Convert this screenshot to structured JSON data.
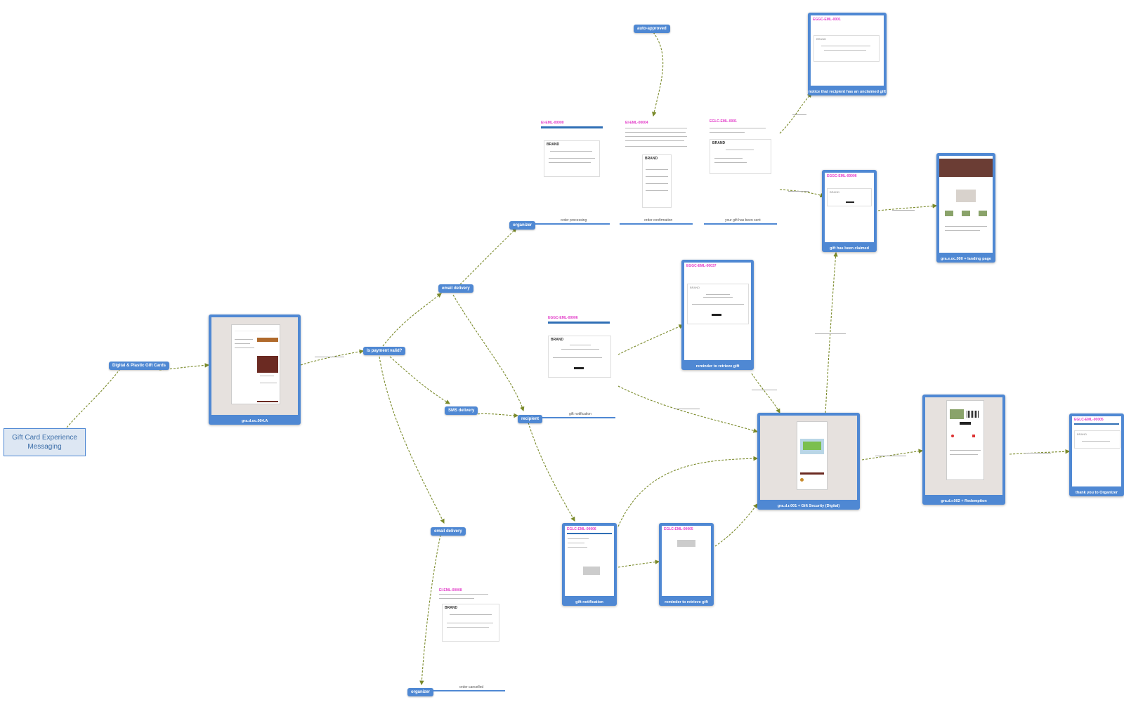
{
  "title": "Gift Card Experience Messaging",
  "nodes": {
    "digital_plastic": "Digital & Plastic Gift Cards",
    "payment_valid": "Is payment valid?",
    "email_delivery_top": "email delivery",
    "sms_delivery": "SMS delivery",
    "email_delivery_bottom": "email delivery",
    "organizer_top": "organizer",
    "recipient": "recipient",
    "organizer_bottom": "organizer",
    "auto_approved": "auto-approved"
  },
  "screens": {
    "checkout": "gra.d.oc.004.A",
    "unclaimed": "notice that recipient has an unclaimed gift",
    "claimed": "gift has been claimed",
    "landing": "gra.e.oc.000 + landing page",
    "reminder_top": "reminder to retrieve gift",
    "gift_security": "gra.d.r.001 + Gift Security (Digital)",
    "redemption": "gra.d.r.002 + Redemption",
    "thank_you": "thank you to Organizer",
    "gift_notification": "gift notification",
    "reminder_bottom": "reminder to retrieve gift"
  },
  "timelines": {
    "order_processing": "order processing",
    "order_confirmation": "order confirmation",
    "your_gift_sent": "your gift has been sent",
    "gift_notification": "gift notification",
    "order_cancelled": "order cancelled"
  },
  "emails": {
    "e1_code": "EI-EML-00000",
    "e2_code": "EI-EML-00004",
    "e3_code": "EGLC-EML-0001",
    "e4_code": "EGGC-EML-00006",
    "e5_code": "EGGC-EML-00037",
    "e6_code": "EI-EML-00008",
    "e7_code": "EGLC-EML-00006",
    "e8_code": "EGLC-EML-00005",
    "e10_code": "EGGC-EML-0001",
    "brand": "BRAND"
  },
  "colors": {
    "node_blue": "#4f88d3",
    "edge_green": "#7a8a2a",
    "email_code": "#e23bc8",
    "screen_bg": "#e6e1de"
  }
}
